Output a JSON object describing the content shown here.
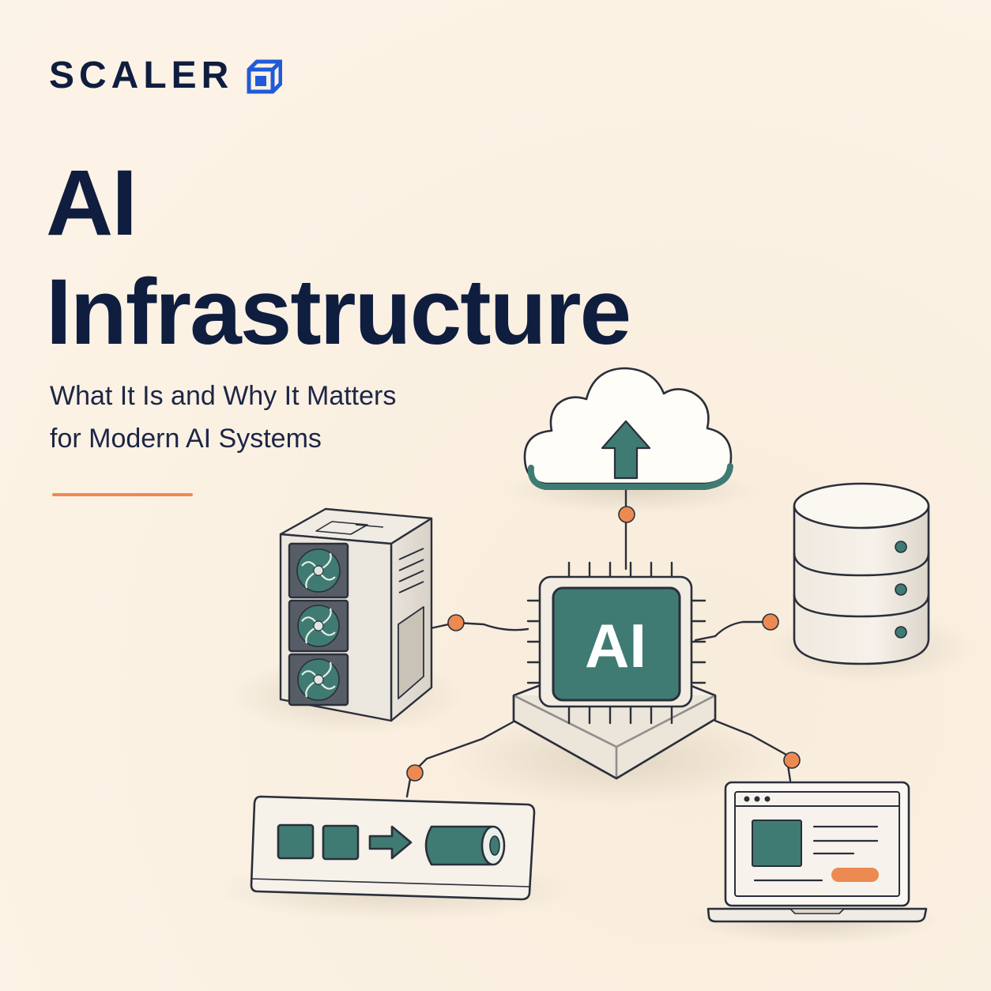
{
  "brand": {
    "name": "SCALER",
    "logo_icon": "cube-logo-icon",
    "accent_color": "#1f5bd8"
  },
  "hero": {
    "title_line1": "AI",
    "title_line2": "Infrastructure",
    "subtitle_line1": "What It Is and Why It Matters",
    "subtitle_line2": "for Modern AI Systems"
  },
  "diagram": {
    "chip_label": "AI",
    "nodes": [
      "cloud-upload-icon",
      "server-tower-icon",
      "database-icon",
      "data-pipeline-icon",
      "laptop-app-icon"
    ]
  },
  "colors": {
    "navy": "#0f1d3f",
    "teal": "#3f7b72",
    "orange": "#ec8a52",
    "cream": "#fbf1e3"
  }
}
